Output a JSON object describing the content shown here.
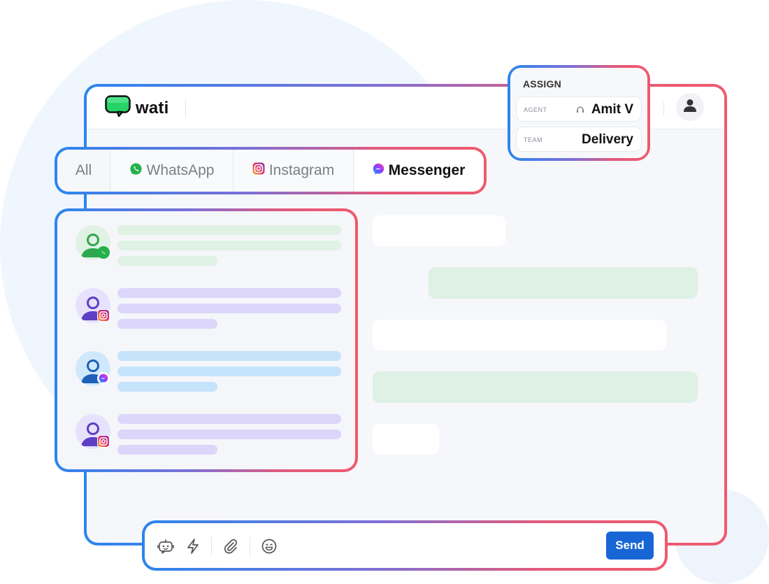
{
  "app": {
    "name": "wati"
  },
  "tabs": [
    {
      "label": "All",
      "icon": "none"
    },
    {
      "label": "WhatsApp",
      "icon": "whatsapp-icon"
    },
    {
      "label": "Instagram",
      "icon": "instagram-icon"
    },
    {
      "label": "Messenger",
      "icon": "messenger-icon",
      "active": true
    }
  ],
  "assign": {
    "title": "ASSIGN",
    "agent_label": "AGENT",
    "agent_value": "Amit V",
    "team_label": "TEAM",
    "team_value": "Delivery"
  },
  "contacts": [
    {
      "channel": "whatsapp",
      "color": "#dff2e3"
    },
    {
      "channel": "instagram",
      "color": "#dcd6fb"
    },
    {
      "channel": "messenger",
      "color": "#c5e3fb"
    },
    {
      "channel": "instagram",
      "color": "#dcd6fb"
    }
  ],
  "composer": {
    "send_label": "Send"
  },
  "colors": {
    "accent_blue": "#2a86ee",
    "accent_red": "#f0596c",
    "send_button": "#1866d6",
    "whatsapp_green": "#25b14a",
    "outgoing_bubble": "#dff0e5"
  }
}
